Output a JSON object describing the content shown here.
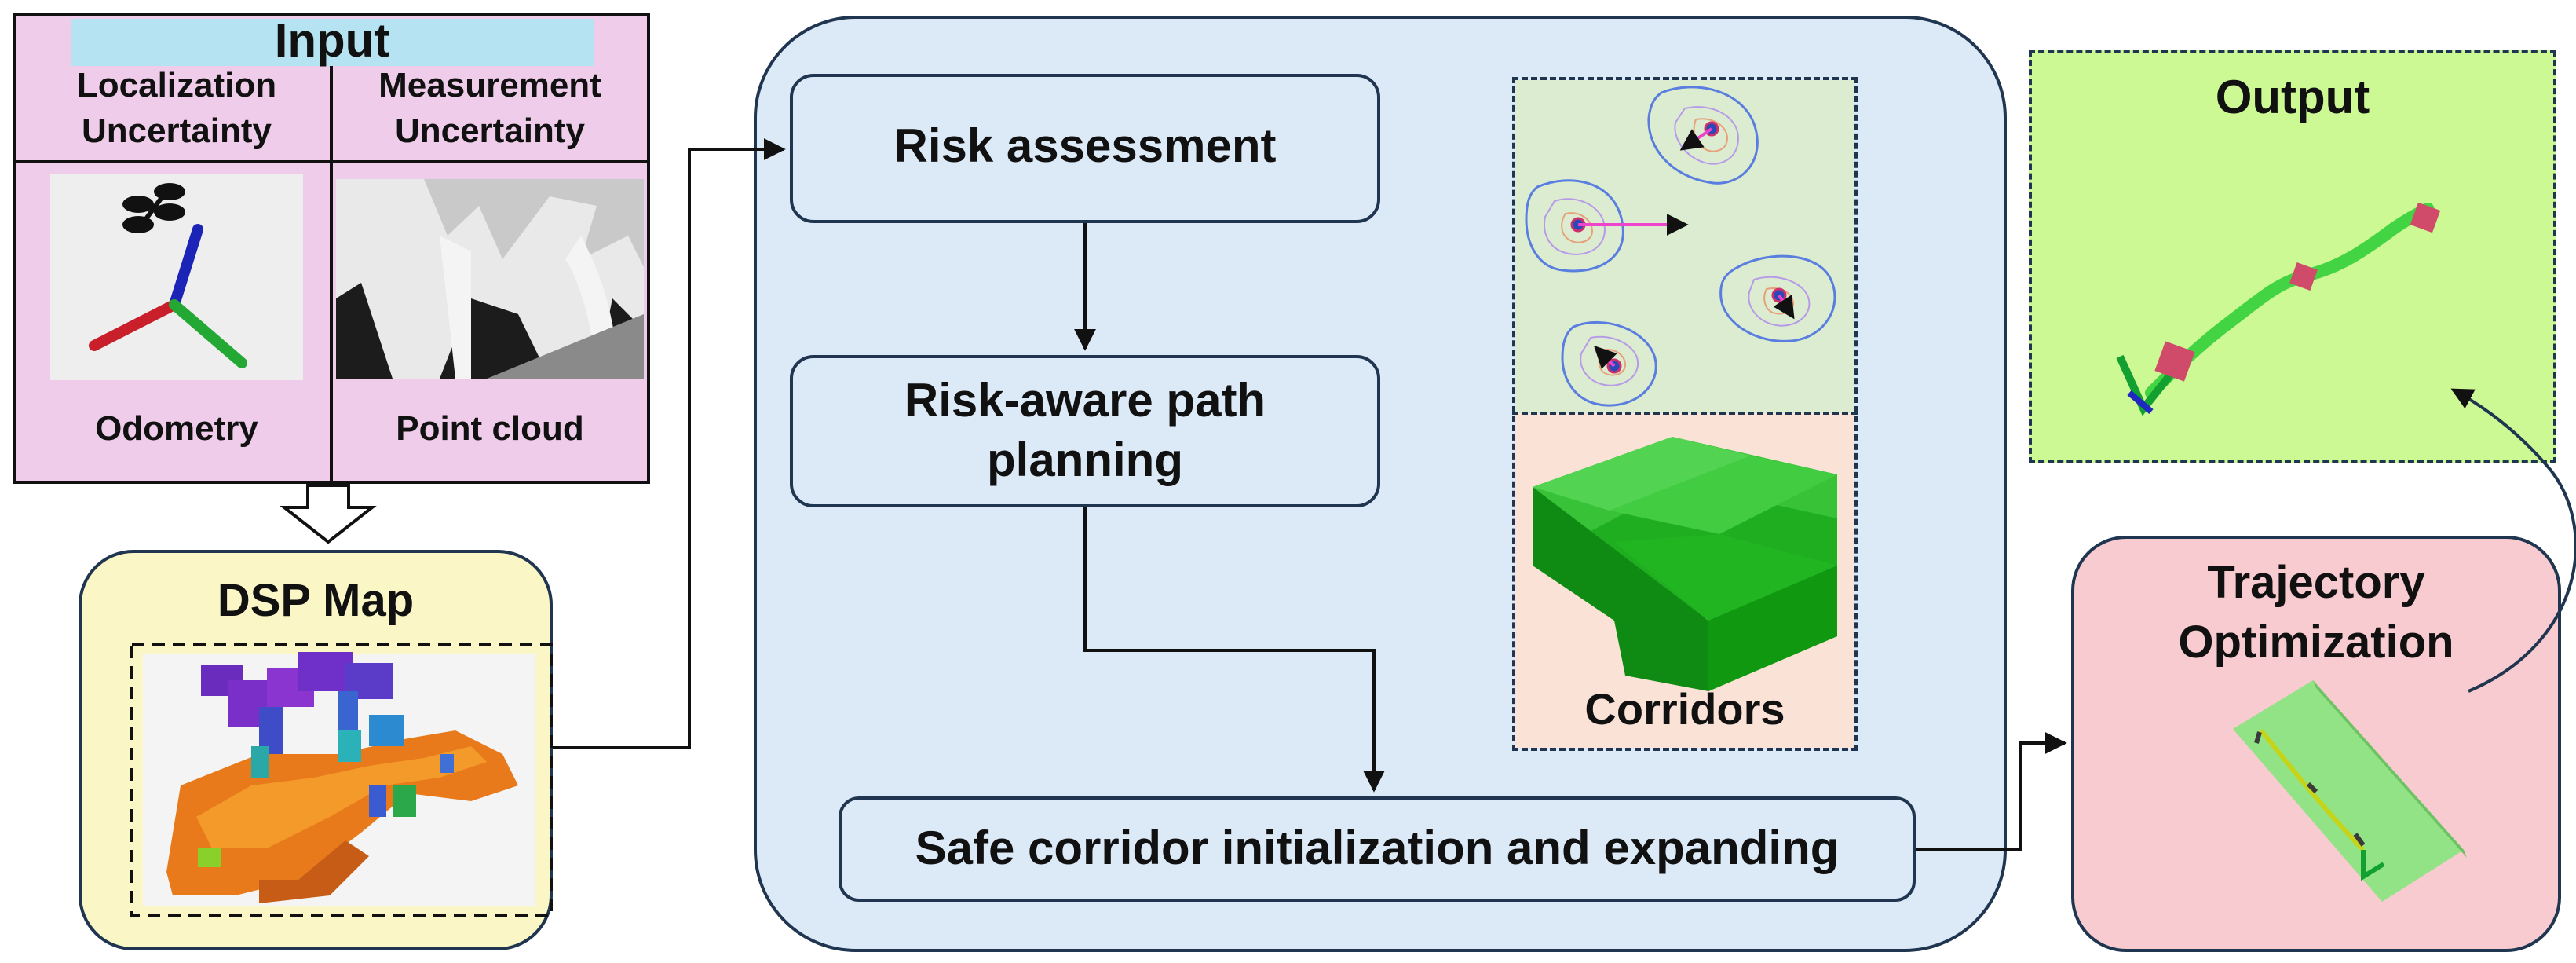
{
  "input": {
    "title": "Input",
    "localization": "Localization\nUncertainty",
    "measurement": "Measurement\nUncertainty",
    "odometry": "Odometry",
    "point_cloud": "Point cloud"
  },
  "dsp_map": {
    "title": "DSP Map"
  },
  "pipeline": {
    "risk_assessment": "Risk assessment",
    "risk_aware_planning": "Risk-aware path\nplanning",
    "safe_corridor": "Safe corridor initialization and expanding",
    "corridors_label": "Corridors"
  },
  "trajectory": {
    "title": "Trajectory\nOptimization"
  },
  "output": {
    "title": "Output"
  },
  "colors": {
    "input_bg": "#efcdea",
    "input_title_bg": "#b5e3f2",
    "dsp_bg": "#fbf6c5",
    "pipeline_bg": "#dce9f7",
    "particle_bg": "#dcecd0",
    "corridor_bg": "#fbe2d7",
    "traj_bg": "#f7cbcf",
    "output_bg": "#cdf995",
    "box_border": "#1f3550"
  }
}
